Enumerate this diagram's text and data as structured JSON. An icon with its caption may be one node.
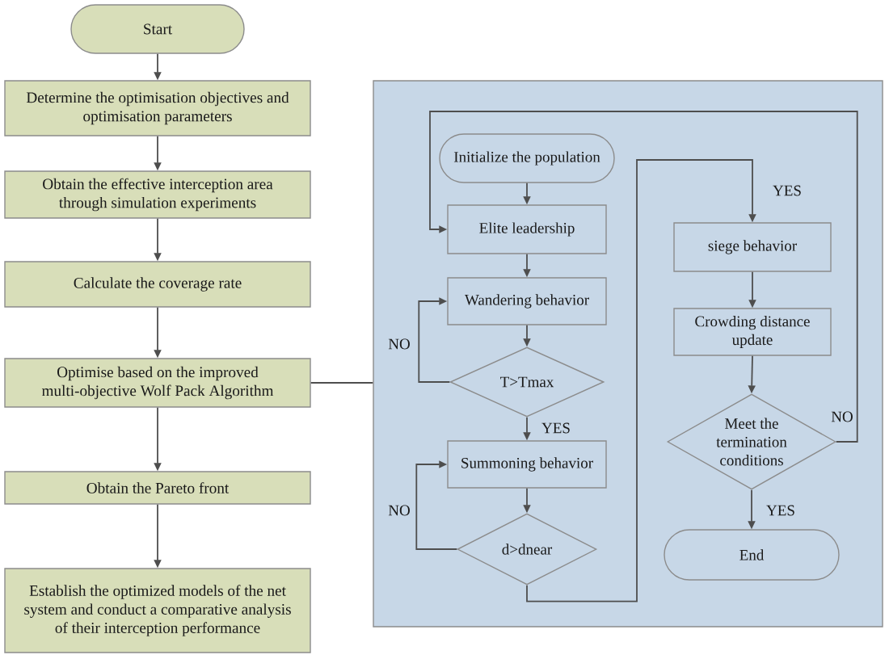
{
  "diagram": {
    "nodes": [
      {
        "text": [
          "Start"
        ]
      },
      {
        "text": [
          "Determine the optimisation objectives and optimisation parameters"
        ]
      },
      {
        "text": [
          "Obtain the effective interception area through simulation experiments"
        ]
      },
      {
        "text": [
          "Calculate the coverage rate"
        ]
      },
      {
        "text": [
          "Optimise based on the improved multi-objective Wolf Pack Algorithm"
        ]
      },
      {
        "text": [
          "Obtain the Pareto front"
        ]
      },
      {
        "text": [
          "Establish the optimized models of the net system and conduct a comparative analysis of their interception performance"
        ]
      },
      {
        "text": [],
        "shape": "box"
      },
      {
        "text": [
          "Initialize the population"
        ],
        "in": 7
      },
      {
        "text": [
          "Elite leadership"
        ],
        "in": 7
      },
      {
        "text": [
          "Wandering behavior"
        ],
        "in": 7
      },
      {
        "text": [
          "T>Tmax"
        ],
        "in": 7
      },
      {
        "text": [
          "Summoning behavior"
        ],
        "in": 7
      },
      {
        "text": [
          "d>dnear"
        ],
        "in": 7
      },
      {
        "text": [
          "siege behavior"
        ],
        "in": 7
      },
      {
        "text": [
          "Crowding distance update"
        ],
        "in": 7
      },
      {
        "text": [
          "Meet the termination conditions"
        ],
        "in": 7
      },
      {
        "text": [
          "End"
        ],
        "in": 7
      }
    ],
    "edges": [
      {
        "from": 0,
        "to": 1,
        "arrow": "to"
      },
      {
        "from": 1,
        "to": 2,
        "arrow": "to"
      },
      {
        "from": 2,
        "to": 3,
        "arrow": "to"
      },
      {
        "from": 3,
        "to": 4,
        "arrow": "to"
      },
      {
        "from": 4,
        "to": 5,
        "arrow": "to"
      },
      {
        "from": 5,
        "to": 6,
        "arrow": "to"
      },
      {
        "from": 4,
        "to": 7,
        "arrow": "none"
      },
      {
        "from": 8,
        "to": 9,
        "arrow": "to"
      },
      {
        "from": 9,
        "to": 10,
        "arrow": "to"
      },
      {
        "from": 10,
        "to": 11,
        "arrow": "to"
      },
      {
        "from": 11,
        "to": 12,
        "arrow": "to",
        "label": "YES"
      },
      {
        "from": 11,
        "to": 10,
        "arrow": "to",
        "label": "NO"
      },
      {
        "from": 12,
        "to": 13,
        "arrow": "to"
      },
      {
        "from": 13,
        "to": 12,
        "arrow": "to",
        "label": "NO"
      },
      {
        "from": 13,
        "to": 14,
        "arrow": "to",
        "label": "YES"
      },
      {
        "from": 14,
        "to": 15,
        "arrow": "to"
      },
      {
        "from": 15,
        "to": 16,
        "arrow": "to"
      },
      {
        "from": 16,
        "to": 17,
        "arrow": "to",
        "label": "YES"
      },
      {
        "from": 16,
        "to": 9,
        "arrow": "to",
        "label": "NO"
      }
    ]
  }
}
